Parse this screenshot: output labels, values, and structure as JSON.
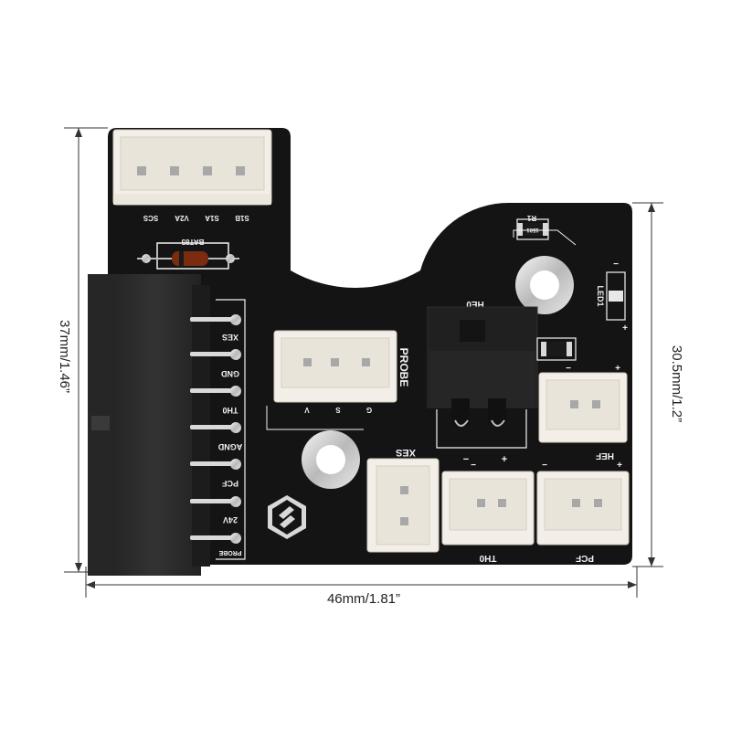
{
  "colors": {
    "pcb": "#141414",
    "silkscreen": "#f2f2f2",
    "connector": "#f3efe8",
    "main_connector": "#2a2a2a",
    "dimension_line": "#333333"
  },
  "dimensions": {
    "width_label": "46mm/1.81”",
    "left_height_label": "37mm/1.46”",
    "right_height_label": "30.5mm/1.2”"
  },
  "top_connector": {
    "pins": [
      "SCS",
      "V2A",
      "S1A",
      "S1B"
    ]
  },
  "diode_label": "BAT85",
  "main_connector": {
    "labels": [
      "XES",
      "GND",
      "TH0",
      "AGND",
      "PCF",
      "24V",
      "PROBE"
    ]
  },
  "probe_connector": {
    "name": "PROBE",
    "pins": [
      "G",
      "S",
      "V"
    ]
  },
  "silk_labels": {
    "r1": "R1",
    "r1_value": "1501",
    "led": "LED1",
    "he0": "HE0",
    "xes": "XES",
    "th0": "TH0",
    "pcf": "PCF",
    "hef": "HEF",
    "plus": "+",
    "minus": "−"
  },
  "logo_icon": "brand-logo-icon"
}
